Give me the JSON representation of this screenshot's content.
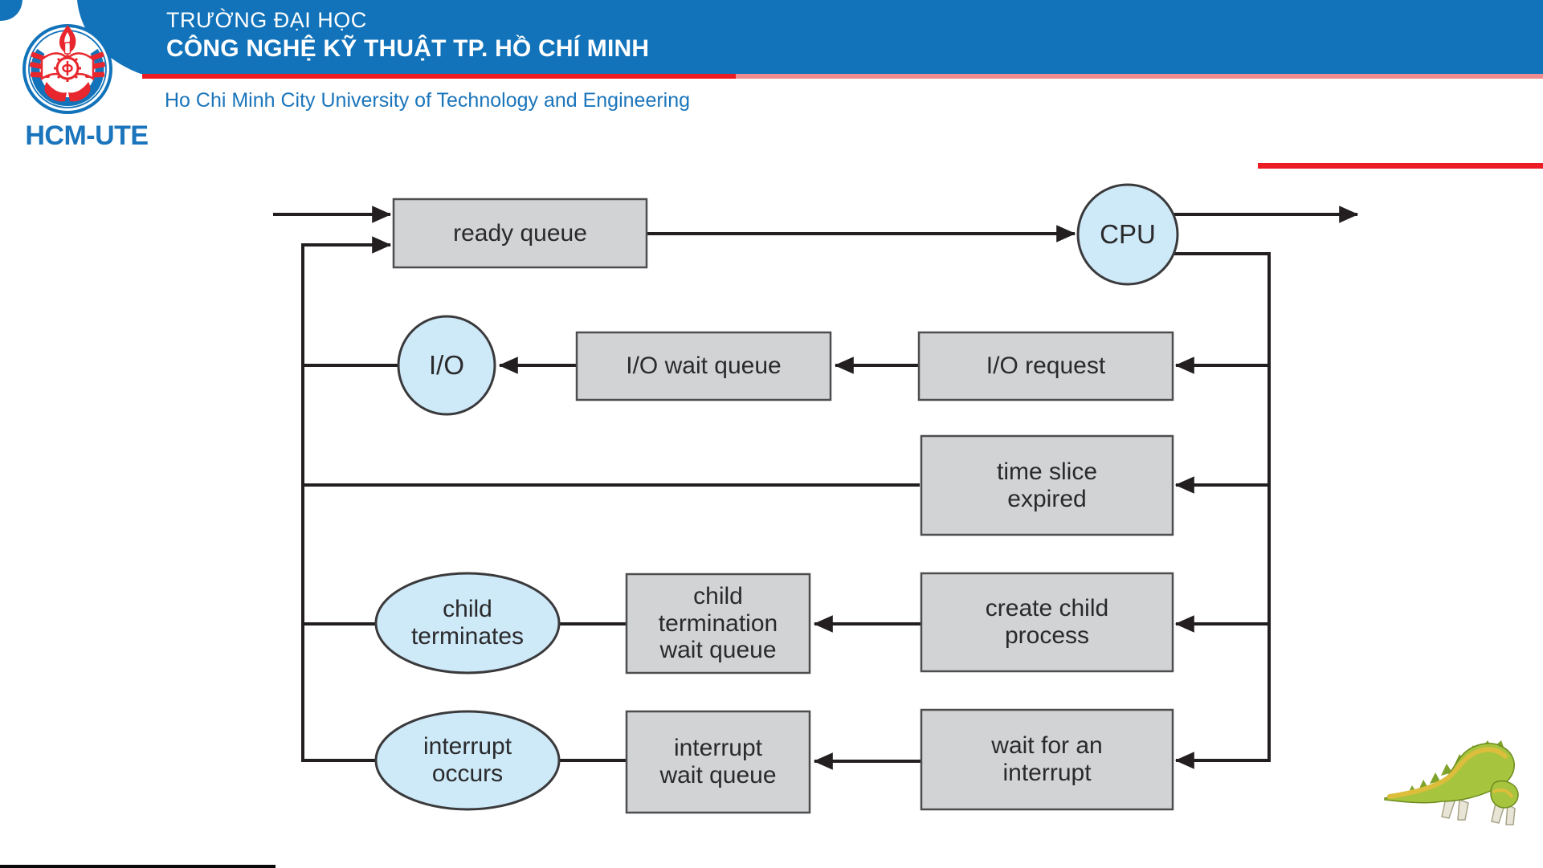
{
  "header": {
    "university_line1": "TRƯỜNG ĐẠI HỌC",
    "university_line2": "CÔNG NGHỆ KỸ THUẬT TP. HỒ CHÍ MINH",
    "university_en": "Ho Chi Minh City University of Technology and Engineering",
    "logo_text": "HCM-UTE",
    "colors": {
      "banner_blue": "#1273BA",
      "accent_red": "#EC1C24",
      "accent_red_light": "#F28B8F",
      "text_blue": "#1B75BB"
    }
  },
  "diagram": {
    "type": "flowchart",
    "description": "CPU scheduling queueing diagram",
    "nodes": {
      "ready_queue": "ready queue",
      "cpu": "CPU",
      "io": "I/O",
      "io_wait_queue": "I/O wait queue",
      "io_request": "I/O request",
      "time_slice_expired": "time slice\nexpired",
      "child_terminates": "child\nterminates",
      "child_termination_wait_queue": "child\ntermination\nwait queue",
      "create_child_process": "create child\nprocess",
      "interrupt_occurs": "interrupt\noccurs",
      "interrupt_wait_queue": "interrupt\nwait queue",
      "wait_for_an_interrupt": "wait for an\ninterrupt"
    },
    "edges": [
      "entry -> ready queue",
      "loopback -> ready queue",
      "ready queue -> CPU",
      "CPU -> exit",
      "CPU -> I/O request -> I/O wait queue -> I/O -> loopback",
      "CPU -> time slice expired -> loopback",
      "CPU -> create child process -> child termination wait queue -> child terminates -> loopback",
      "CPU -> wait for an interrupt -> interrupt wait queue -> interrupt occurs -> loopback"
    ],
    "colors": {
      "box_fill": "#D2D3D5",
      "box_border": "#4D4D4F",
      "circle_fill": "#CEE9F8",
      "circle_border": "#3A3A3C",
      "line": "#231F20"
    }
  }
}
